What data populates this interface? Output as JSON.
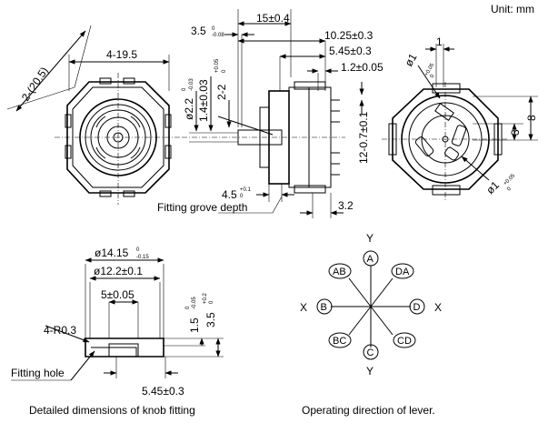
{
  "unit_label": "Unit: mm",
  "front": {
    "dim_diag": "2-(20.5)",
    "dim_width": "4-19.5"
  },
  "side": {
    "dim_15": "15±0.4",
    "dim_3_5": "3.5",
    "dim_3_5_tol_top": "0",
    "dim_3_5_tol_bot": "-0.08",
    "dim_10_25": "10.25±0.3",
    "dim_5_45": "5.45±0.3",
    "dim_1_2": "1.2±0.05",
    "dim_phi2_2": "ø2.2",
    "dim_phi2_2_tol_top": "0",
    "dim_phi2_2_tol_bot": "-0.03",
    "dim_1_4": "1.4±0.03",
    "dim_2_2": "2-2",
    "dim_2_2_tol_top": "+0.05",
    "dim_2_2_tol_bot": "0",
    "dim_12_0_7": "12-0.7±0.1",
    "dim_4_5": "4.5",
    "dim_4_5_tol_top": "+0.1",
    "dim_4_5_tol_bot": "0",
    "dim_3_2": "3.2",
    "fitting_grove": "Fitting grove depth"
  },
  "rear": {
    "dim_1": "1",
    "dim_phi1_top": "ø1",
    "dim_phi1_top_tol_top": "+0.05",
    "dim_phi1_top_tol_bot": "0",
    "dim_8": "8",
    "dim_3": "3",
    "dim_phi1_bot": "ø1",
    "dim_phi1_bot_tol_top": "+0.05",
    "dim_phi1_bot_tol_bot": "0"
  },
  "knob": {
    "dim_14_15": "ø14.15",
    "dim_14_15_tol_top": "0",
    "dim_14_15_tol_bot": "-0.15",
    "dim_12_2": "ø12.2±0.1",
    "dim_5": "5±0.05",
    "dim_1_5": "1.5",
    "dim_1_5_tol_top": "0",
    "dim_1_5_tol_bot": "-0.05",
    "dim_3_5": "3.5",
    "dim_3_5_tol_top": "+0.2",
    "dim_3_5_tol_bot": "0",
    "dim_4_r": "4-R0.3",
    "fitting_hole": "Fitting hole",
    "dim_5_45": "5.45±0.3",
    "caption": "Detailed dimensions of knob fitting"
  },
  "lever": {
    "y_top": "Y",
    "y_bottom": "Y",
    "x_left": "X",
    "x_right": "X",
    "A": "A",
    "B": "B",
    "C": "C",
    "D": "D",
    "AB": "AB",
    "DA": "DA",
    "BC": "BC",
    "CD": "CD",
    "caption": "Operating direction of lever."
  }
}
